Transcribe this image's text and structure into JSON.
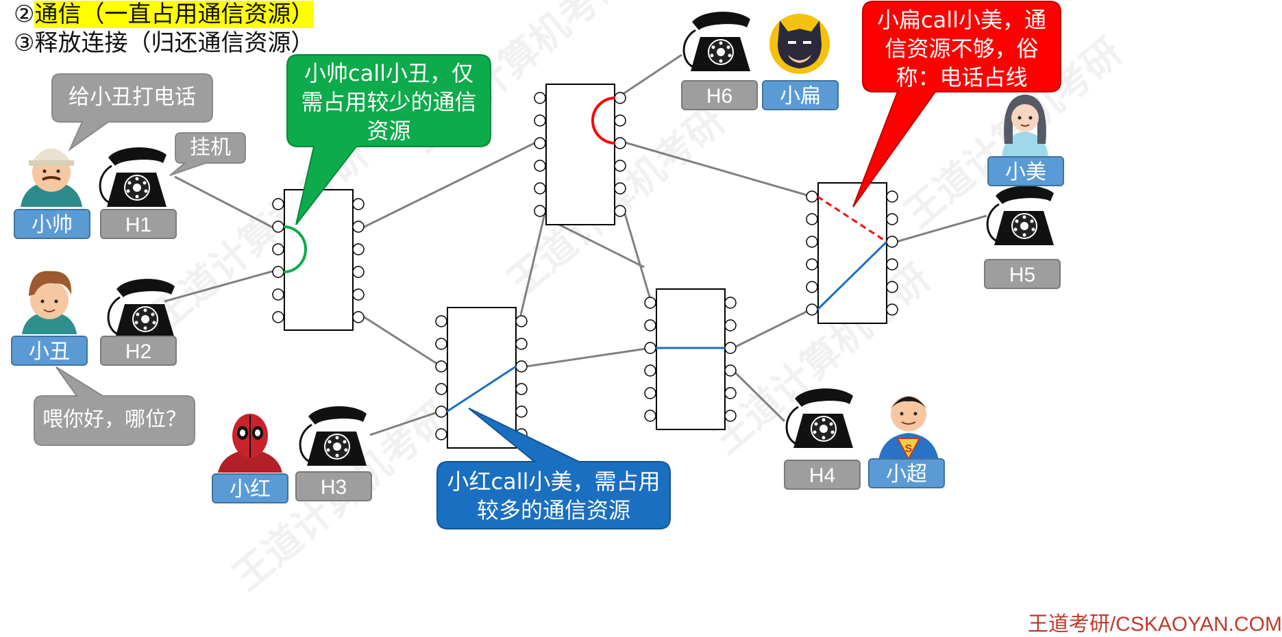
{
  "header": {
    "line1_prefix": "②",
    "line1_highlight": "通信（一直占用通信资源）",
    "line2": "③释放连接（归还通信资源）"
  },
  "hosts": {
    "h1": "H1",
    "h2": "H2",
    "h3": "H3",
    "h4": "H4",
    "h5": "H5",
    "h6": "H6"
  },
  "people": {
    "xiaoshuai": "小帅",
    "xiaochou": "小丑",
    "xiaohong": "小红",
    "xiaochao": "小超",
    "xiaobian": "小扁",
    "xiaomei": "小美"
  },
  "bubbles": {
    "call_xiaochou": "给小丑打电话",
    "hangup": "挂机",
    "hello": "喂你好，哪位？"
  },
  "callouts": {
    "green": [
      "小帅call小丑，仅",
      "需占用较少的通信",
      "资源"
    ],
    "blue": [
      "小红call小美，需占用",
      "较多的通信资源"
    ],
    "red": [
      "小扁call小美，通",
      "信资源不够，俗",
      "称：电话占线"
    ]
  },
  "footer": "王道考研/CSKAOYAN.COM",
  "colors": {
    "green": "#0dab4b",
    "blue": "#1a6fc0",
    "red": "#ff0000",
    "label_blue": "#5b9bd5",
    "label_gray": "#9e9e9e",
    "link_gray": "#808080",
    "highlight": "#ffff00"
  }
}
